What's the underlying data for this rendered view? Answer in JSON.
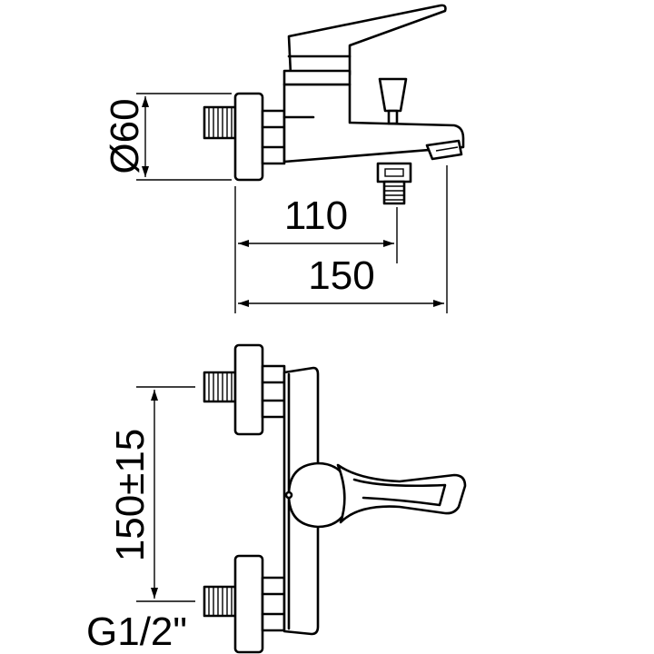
{
  "dimensions": {
    "diameter": "Ø60",
    "length_110": "110",
    "length_150": "150",
    "spacing": "150±15",
    "thread": "G1/2\""
  },
  "colors": {
    "line": "#000000",
    "background": "#ffffff"
  }
}
